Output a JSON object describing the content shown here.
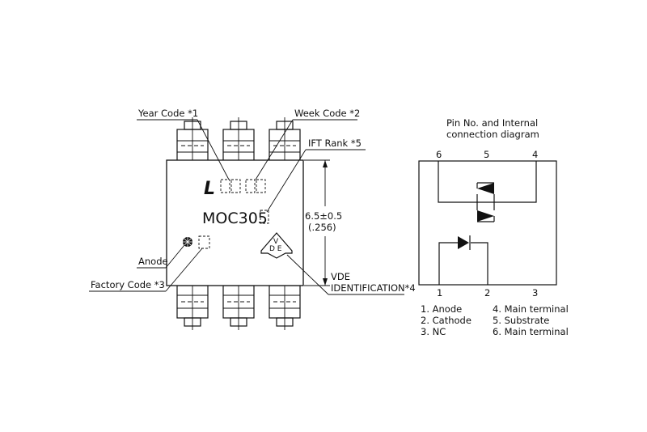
{
  "package": {
    "labels": {
      "year_code": "Year Code *1",
      "week_code": "Week Code *2",
      "ift_rank": "IFT Rank *5",
      "anode": "Anode",
      "factory_code": "Factory Code *3",
      "vde_line1": "VDE",
      "vde_line2": "IDENTIFICATION*4"
    },
    "logo": "L",
    "part_number": "MOC305",
    "dimension": "6.5±0.5",
    "dimension_inch": "(.256)",
    "vde_mark_top": "V",
    "vde_mark_bottom": "D E"
  },
  "connection": {
    "title_line1": "Pin No. and Internal",
    "title_line2": "connection diagram",
    "top_pins": [
      "6",
      "5",
      "4"
    ],
    "bottom_pins": [
      "1",
      "2",
      "3"
    ],
    "legend": [
      "1. Anode",
      "2. Cathode",
      "3. NC",
      "4. Main terminal",
      "5. Substrate",
      "6. Main terminal"
    ]
  }
}
